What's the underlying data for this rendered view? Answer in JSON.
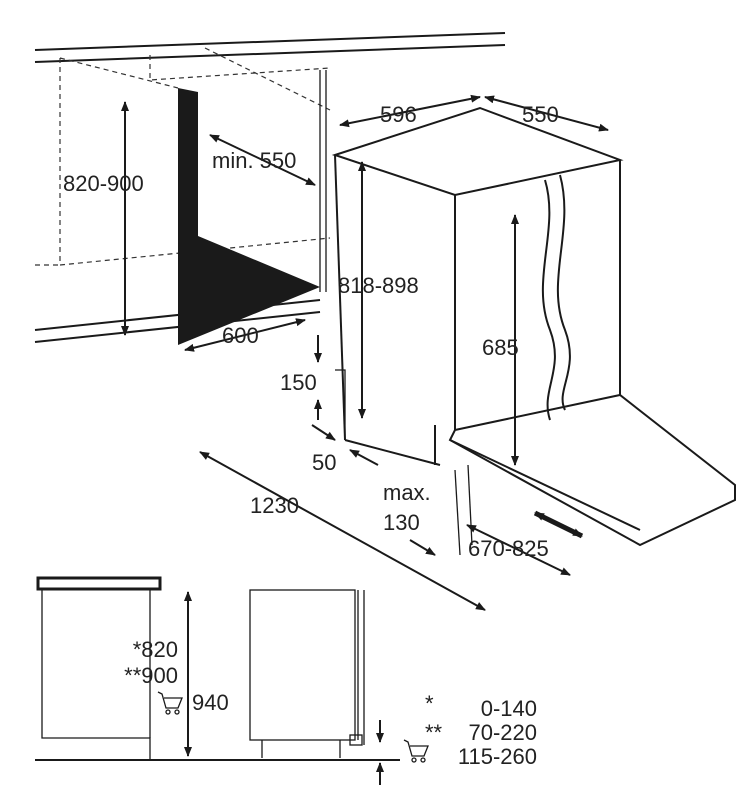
{
  "title": "Built-in dishwasher installation dimensions",
  "labels": {
    "width": "596",
    "depth": "550",
    "min_depth": "min. 550",
    "niche_height": "820-900",
    "appliance_height": "818-898",
    "niche_width": "600",
    "door_height": "685",
    "dim_150": "150",
    "dim_50": "50",
    "door_open": "1230",
    "max_label": "max.",
    "max_value": "130",
    "plinth": "670-825"
  },
  "side_view": {
    "heights": [
      "*820",
      "**900",
      "940"
    ],
    "legend": [
      {
        "mark": "*",
        "value": "0-140"
      },
      {
        "mark": "**",
        "value": "70-220"
      },
      {
        "mark": "cart-icon",
        "value": "115-260"
      }
    ]
  }
}
